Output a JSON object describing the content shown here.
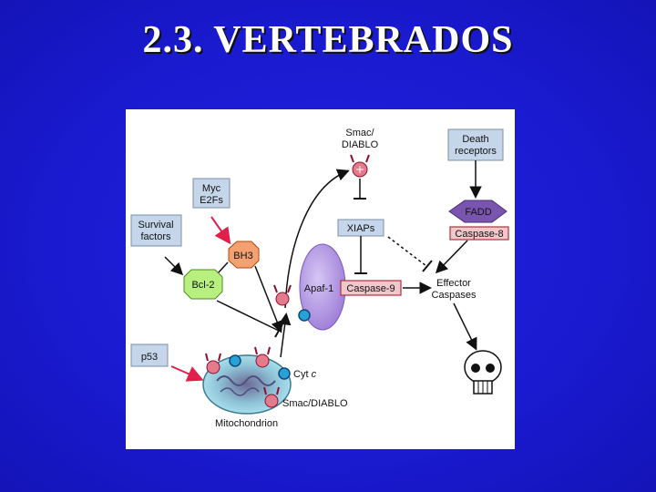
{
  "slide": {
    "title": "2.3. VERTEBRADOS"
  },
  "diagram": {
    "smac_top": [
      "Smac/",
      "DIABLO"
    ],
    "death_receptors": [
      "Death",
      "receptors"
    ],
    "myc": [
      "Myc",
      "E2Fs"
    ],
    "survival": [
      "Survival",
      "factors"
    ],
    "xiaps": "XIAPs",
    "fadd": "FADD",
    "caspase8": "Caspase-8",
    "bh3": "BH3",
    "bcl2": "Bcl-2",
    "apaf1": "Apaf-1",
    "caspase9": "Caspase-9",
    "effector": [
      "Effector",
      "Caspases"
    ],
    "p53": "p53",
    "cytc": "Cyt",
    "cytc_italic": "c",
    "smac_bottom": "Smac/DIABLO",
    "mitochondrion": "Mitochondrion"
  },
  "colors": {
    "background": "#1c1ccc",
    "label_box": "#c5d6ea",
    "red_arrow": "#e0204a",
    "apaf": "#b497e0",
    "caspase": "#f0c8cc",
    "bcl2": "#b8f080",
    "bh3": "#f4a070",
    "mito": "#9fd8e8"
  }
}
